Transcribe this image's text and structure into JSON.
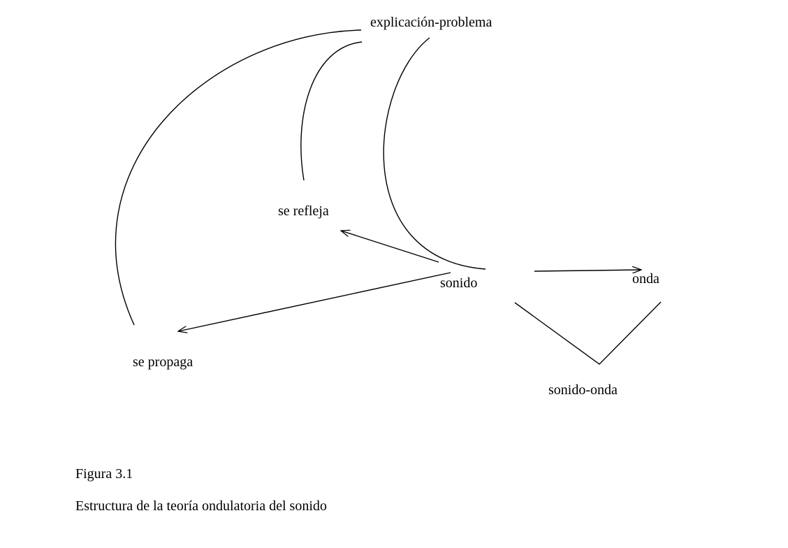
{
  "nodes": {
    "explicacion_problema": "explicación-problema",
    "se_refleja": "se refleja",
    "sonido": "sonido",
    "onda": "onda",
    "se_propaga": "se propaga",
    "sonido_onda": "sonido-onda"
  },
  "caption": {
    "figure_number": "Figura 3.1",
    "title": "Estructura de la teoría ondulatoria del sonido"
  },
  "edges": [
    {
      "from": "sonido",
      "to": "se refleja",
      "type": "arrow"
    },
    {
      "from": "sonido",
      "to": "se propaga",
      "type": "arrow"
    },
    {
      "from": "sonido",
      "to": "onda",
      "type": "arrow"
    },
    {
      "from": "explicación-problema",
      "to": "se propaga",
      "type": "arc"
    },
    {
      "from": "explicación-problema",
      "to": "se refleja",
      "type": "arc"
    },
    {
      "from": "explicación-problema",
      "to": "sonido",
      "type": "arc"
    },
    {
      "from": "sonido",
      "to": "sonido-onda",
      "type": "line"
    },
    {
      "from": "onda",
      "to": "sonido-onda",
      "type": "line"
    }
  ]
}
